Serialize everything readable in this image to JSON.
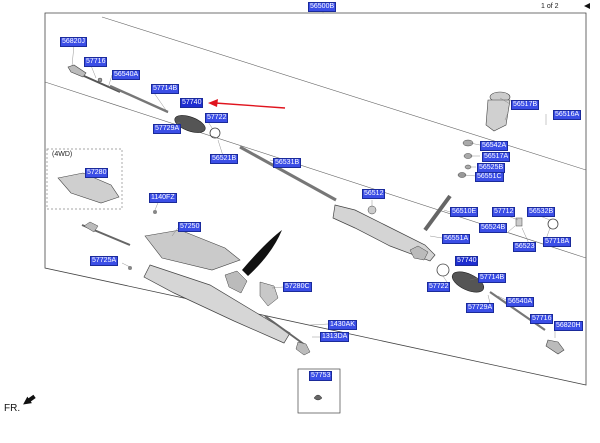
{
  "page_indicator": "1 of 2",
  "assembly_label": "56500B",
  "variant_label": "(4WD)",
  "front_marker": "FR.",
  "highlight_color": "#3b4ee6",
  "arrow_color": "#e0141e",
  "labels": {
    "top_56820J": "56820J",
    "top_57716": "57716",
    "top_56540A": "56540A",
    "top_57714B": "57714B",
    "top_57740": "57740",
    "top_57722": "57722",
    "top_57729A": "57729A",
    "top_56521B": "56521B",
    "top_56531B": "56531B",
    "r_56517B": "56517B",
    "r_56516A": "56516A",
    "r_56542A": "56542A",
    "r_56517A": "56517A",
    "r_56525B": "56525B",
    "r_56551C": "56551C",
    "r_56512": "56512",
    "r_56510E": "56510E",
    "r_57712": "57712",
    "r_56532B": "56532B",
    "r_56524B": "56524B",
    "r_56551A": "56551A",
    "r_56523": "56523",
    "r_57718A": "57718A",
    "b_57740": "57740",
    "b_57714B": "57714B",
    "b_57722": "57722",
    "b_56540A": "56540A",
    "b_57729A": "57729A",
    "b_57716": "57716",
    "b_56820H": "56820H",
    "l_57280": "57280",
    "l_1140FZ": "1140FZ",
    "l_57250": "57250",
    "l_57725A": "57725A",
    "l_57280C": "57280C",
    "l_1430AK": "1430AK",
    "l_1313DA": "1313DA",
    "box_57753": "57753"
  }
}
